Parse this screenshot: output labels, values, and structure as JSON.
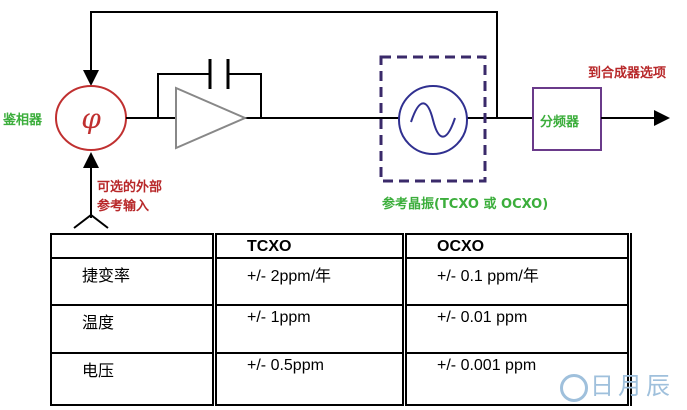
{
  "diagram": {
    "phase_detector_label": "鉴相器",
    "phase_symbol": "φ",
    "external_ref_label": [
      "可选的外部",
      "参考输入"
    ],
    "to_synth_label": "到合成器选项",
    "divider_label": "分频器",
    "ref_osc_label": "参考晶振(TCXO 或 OCXO)"
  },
  "table": {
    "headers": [
      "",
      "TCXO",
      "OCXO"
    ],
    "rows": [
      [
        "捷变率",
        "+/- 2ppm/年",
        "+/- 0.1 ppm/年"
      ],
      [
        "温度",
        "+/- 1ppm",
        "+/- 0.01 ppm"
      ],
      [
        "电压",
        "+/- 0.5ppm",
        "+/- 0.001 ppm"
      ]
    ]
  },
  "watermark": "日月辰",
  "colors": {
    "phase": "#c03030",
    "osc": "#303090",
    "dashed": "#3a2a6a",
    "divider": "#6a3a8a",
    "green": "#3cae3c",
    "red": "#b8282a"
  }
}
